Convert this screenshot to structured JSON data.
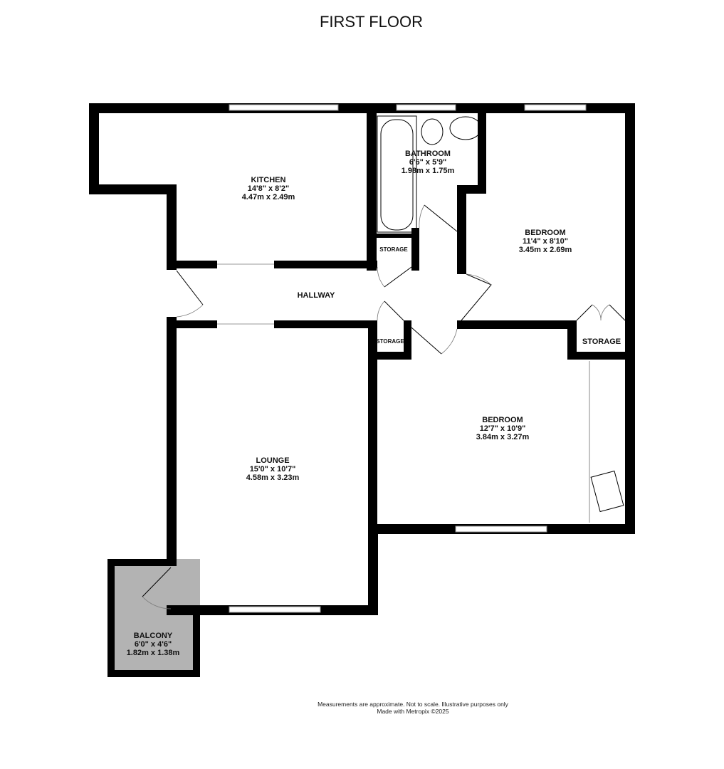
{
  "title": "FIRST FLOOR",
  "rooms": {
    "kitchen": {
      "name": "KITCHEN",
      "imperial": "14'8\"  x 8'2\"",
      "metric": "4.47m  x 2.49m"
    },
    "bathroom": {
      "name": "BATHROOM",
      "imperial": "6'6\"  x 5'9\"",
      "metric": "1.98m  x 1.75m"
    },
    "bedroom1": {
      "name": "BEDROOM",
      "imperial": "11'4\"  x 8'10\"",
      "metric": "3.45m  x 2.69m"
    },
    "bedroom2": {
      "name": "BEDROOM",
      "imperial": "12'7\"  x 10'9\"",
      "metric": "3.84m  x 3.27m"
    },
    "lounge": {
      "name": "LOUNGE",
      "imperial": "15'0\"  x 10'7\"",
      "metric": "4.58m  x 3.23m"
    },
    "balcony": {
      "name": "BALCONY",
      "imperial": "6'0\"  x 4'6\"",
      "metric": "1.82m  x 1.38m"
    },
    "hallway": {
      "name": "HALLWAY"
    },
    "storage1": {
      "name": "STORAGE"
    },
    "storage2": {
      "name": "STORAGE"
    },
    "storage3": {
      "name": "STORAGE"
    }
  },
  "footer": {
    "disclaimer": "Measurements are approximate.  Not to scale.  Illustrative purposes only",
    "credit": "Made with Metropix ©2025"
  }
}
